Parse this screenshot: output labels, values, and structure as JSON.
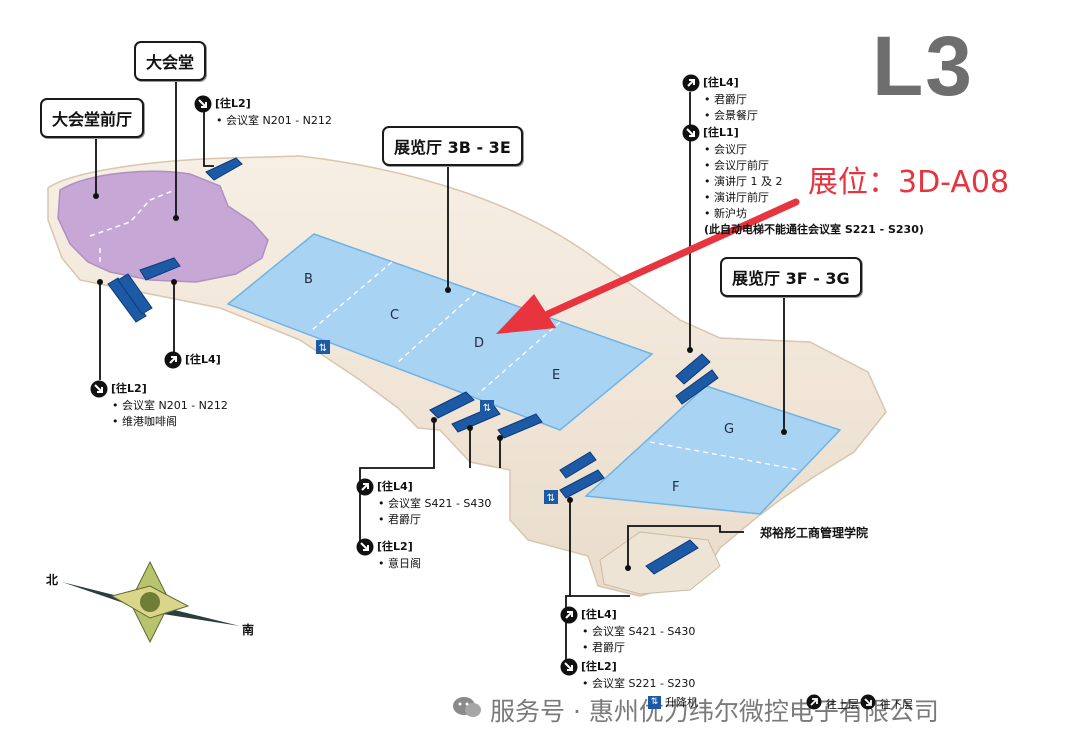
{
  "floor_label": "L3",
  "booth_label": "展位：3D-A08",
  "rooms": {
    "grand_hall": "大会堂",
    "grand_hall_foyer": "大会堂前厅",
    "hall_3b_3e": "展览厅 3B - 3E",
    "hall_3f_3g": "展览厅 3F - 3G",
    "academy": "郑裕彤工商管理学院"
  },
  "hall_letters": [
    "B",
    "C",
    "D",
    "E",
    "F",
    "G"
  ],
  "compass": {
    "north": "北",
    "south": "南"
  },
  "info_blocks": {
    "top_left": {
      "head": "[往L2]",
      "items": [
        "会议室 N201 - N212"
      ]
    },
    "left_l4": {
      "head": "[往L4]",
      "items": []
    },
    "bottom_left": {
      "head": "[往L2]",
      "items": [
        "会议室 N201 - N212",
        "维港咖啡阁"
      ]
    },
    "right_l4": {
      "head": "[往L4]",
      "items": [
        "君爵厅",
        "会景餐厅"
      ]
    },
    "right_l1": {
      "head": "[往L1]",
      "items": [
        "会议厅",
        "会议厅前厅",
        "演讲厅 1 及 2",
        "演讲厅前厅",
        "新沪坊"
      ]
    },
    "right_note": "(此自动电梯不能通往会议室 S221 - S230)",
    "center_l4": {
      "head": "[往L4]",
      "items": [
        "会议室 S421 - S430",
        "君爵厅"
      ]
    },
    "center_l2": {
      "head": "[往L2]",
      "items": [
        "意日阁"
      ]
    },
    "bottom_l4": {
      "head": "[往L4]",
      "items": [
        "会议室 S421 - S430",
        "君爵厅"
      ]
    },
    "bottom_l2": {
      "head": "[往L2]",
      "items": [
        "会议室 S221 - S230"
      ]
    }
  },
  "legend": {
    "lift": "升降机",
    "up": "往上层",
    "down": "往下层"
  },
  "watermark": "服务号 · 惠州优力纬尔微控电子有限公司",
  "colors": {
    "hall_blue": "#a9d3f3",
    "hall_stroke": "#6fb3e5",
    "purple": "#c7a7d6",
    "floor_base": "#f2e8da",
    "booth_red": "#e8343f",
    "escalator": "#1d5aa6"
  }
}
